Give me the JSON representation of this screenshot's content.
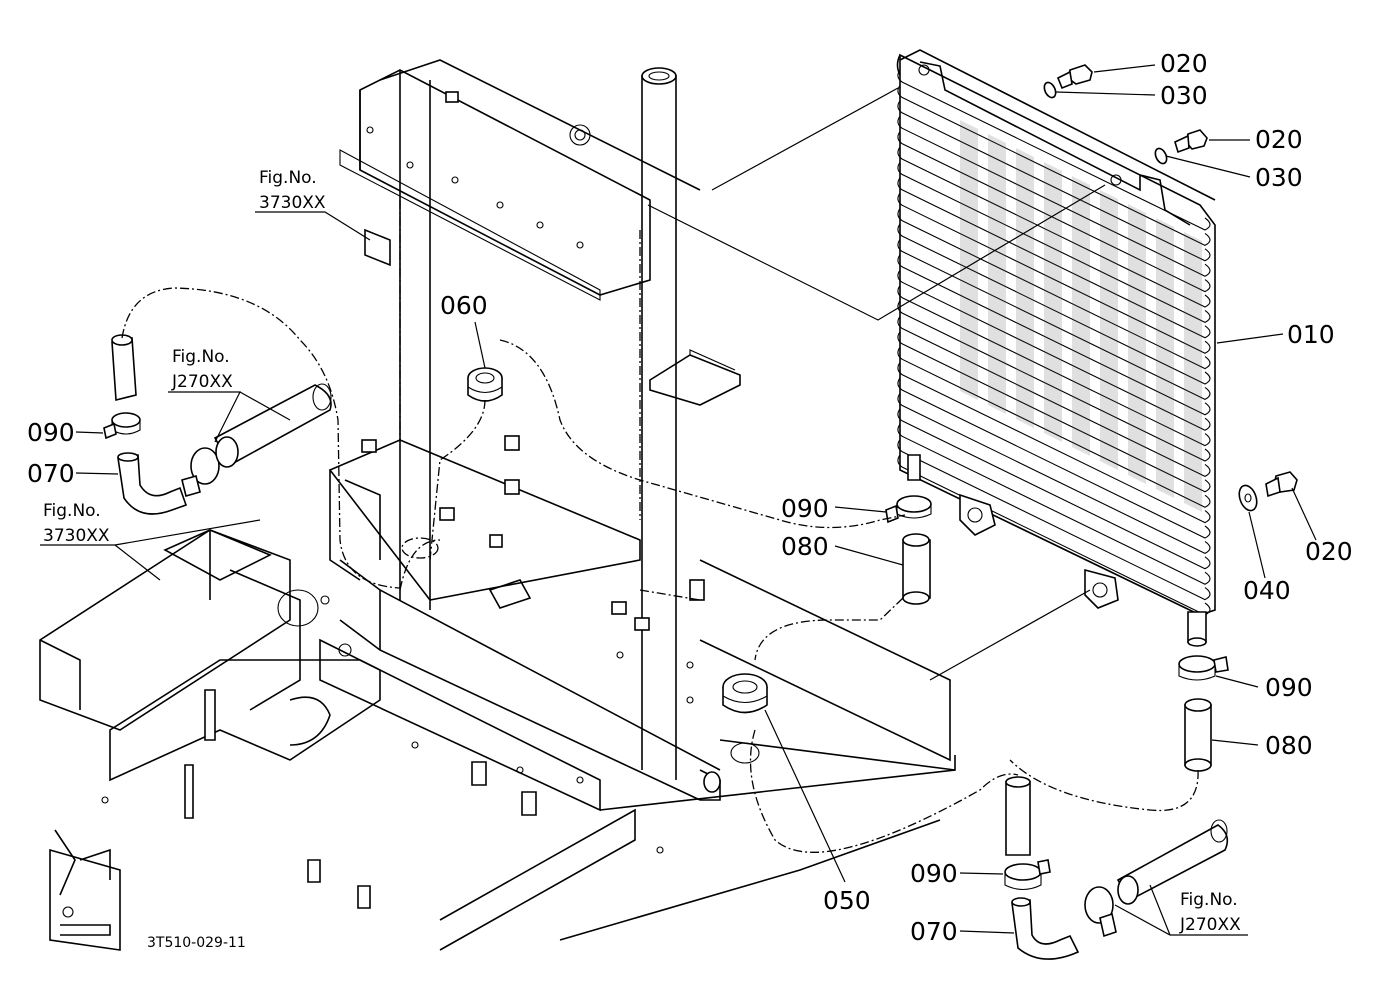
{
  "diagram": {
    "drawing_code": "3T510-029-11",
    "callouts": {
      "c010": "010",
      "c020a": "020",
      "c020b": "020",
      "c020c": "020",
      "c030a": "030",
      "c030b": "030",
      "c040": "040",
      "c050": "050",
      "c060": "060",
      "c070a": "070",
      "c070b": "070",
      "c080a": "080",
      "c080b": "080",
      "c090a": "090",
      "c090b": "090",
      "c090c": "090",
      "c090d": "090"
    },
    "figure_refs": {
      "top_frame": {
        "label": "Fig.No.",
        "number": "3730XX"
      },
      "left_frame": {
        "label": "Fig.No.",
        "number": "3730XX"
      },
      "left_pipe": {
        "label": "Fig.No.",
        "number": "J270XX"
      },
      "right_pipe": {
        "label": "Fig.No.",
        "number": "J270XX"
      }
    }
  }
}
